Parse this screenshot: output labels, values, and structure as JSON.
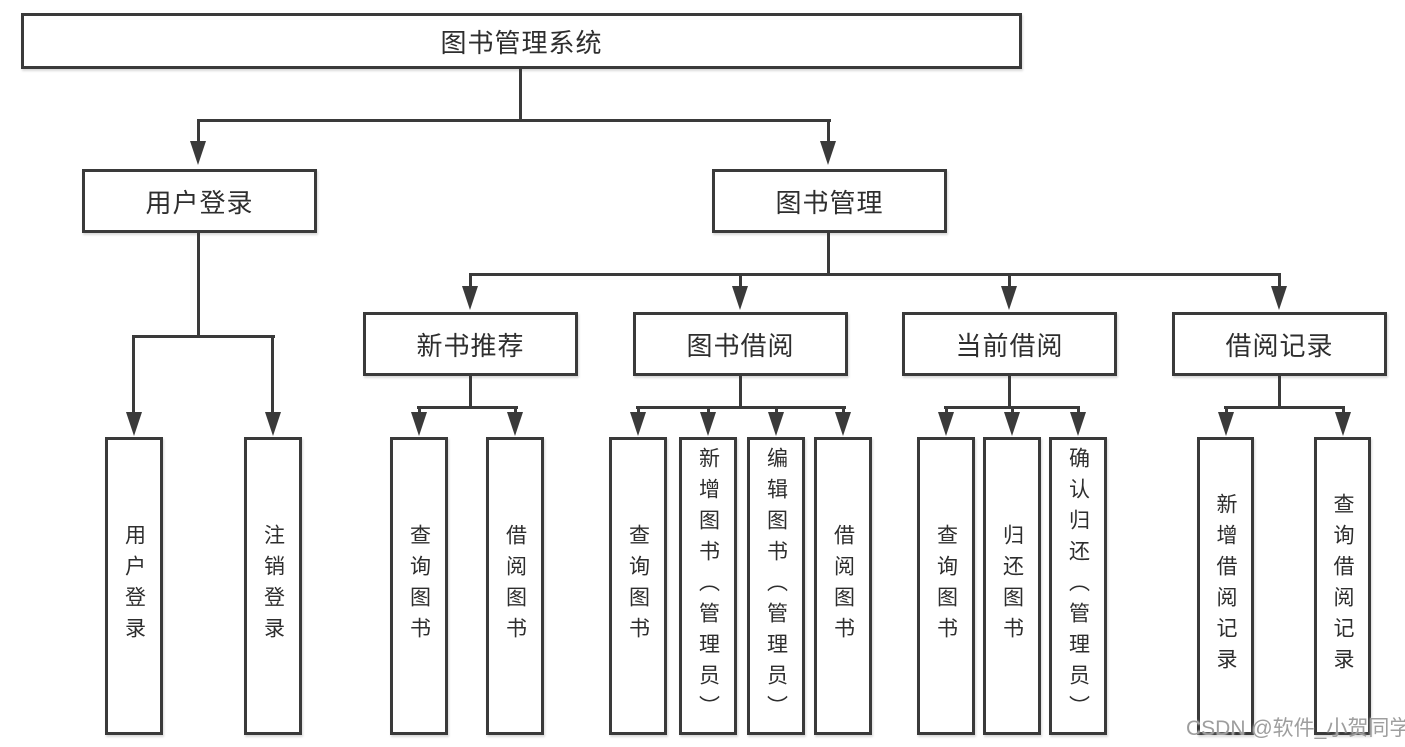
{
  "style": {
    "line_color": "#3a3a3a",
    "text_color": "#2e2e2e",
    "bg_color": "#ffffff",
    "watermark_color": "#9e9e9e"
  },
  "tree": {
    "label": "图书管理系统",
    "children": [
      {
        "label": "用户登录",
        "children": [
          {
            "label": "用户登录"
          },
          {
            "label": "注销登录"
          }
        ]
      },
      {
        "label": "图书管理",
        "children": [
          {
            "label": "新书推荐",
            "children": [
              {
                "label": "查询图书"
              },
              {
                "label": "借阅图书"
              }
            ]
          },
          {
            "label": "图书借阅",
            "children": [
              {
                "label": "查询图书"
              },
              {
                "label": "新增图书（管理员）"
              },
              {
                "label": "编辑图书（管理员）"
              },
              {
                "label": "借阅图书"
              }
            ]
          },
          {
            "label": "当前借阅",
            "children": [
              {
                "label": "查询图书"
              },
              {
                "label": "归还图书"
              },
              {
                "label": "确认归还（管理员）"
              }
            ]
          },
          {
            "label": "借阅记录",
            "children": [
              {
                "label": "新增借阅记录"
              },
              {
                "label": "查询借阅记录"
              }
            ]
          }
        ]
      }
    ]
  },
  "watermark": "CSDN @软件_小贺同学"
}
